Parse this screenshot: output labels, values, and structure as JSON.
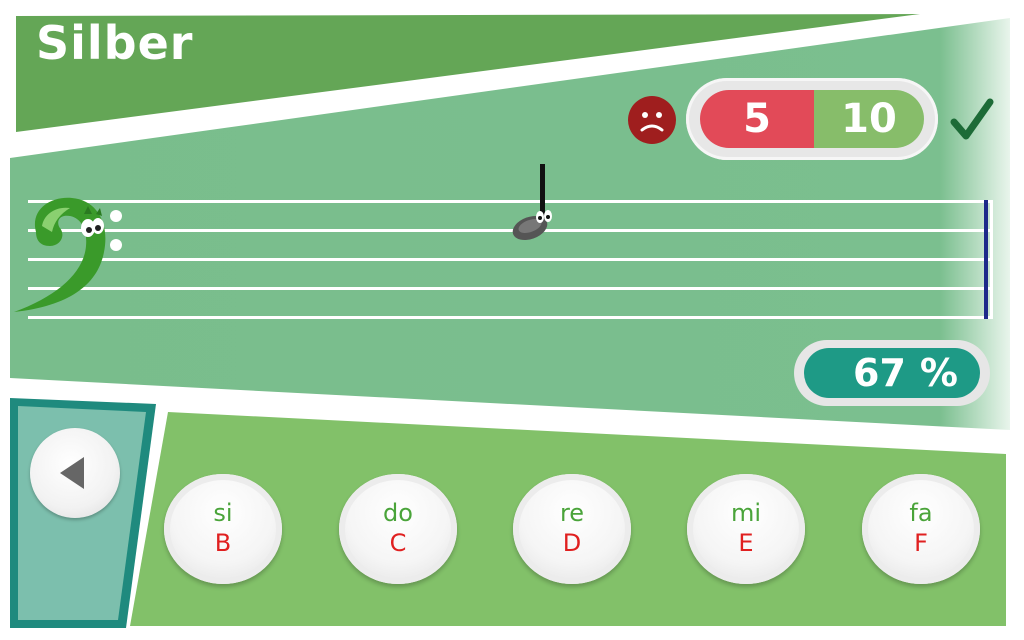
{
  "game": {
    "level_title": "Silber",
    "score": {
      "wrong": "5",
      "right": "10"
    },
    "progress": {
      "value": "67",
      "unit": "%"
    },
    "icons": {
      "wrong": "sad-face-icon",
      "right": "checkmark-icon",
      "back": "back-arrow-icon",
      "clef": "bass-clef-icon",
      "note": "quarter-note-icon"
    },
    "answers": [
      {
        "solfege": "si",
        "letter": "B"
      },
      {
        "solfege": "do",
        "letter": "C"
      },
      {
        "solfege": "re",
        "letter": "D"
      },
      {
        "solfege": "mi",
        "letter": "E"
      },
      {
        "solfege": "fa",
        "letter": "F"
      }
    ],
    "colors": {
      "title_band": "#64a656",
      "staff_panel": "#7bbf8f",
      "answer_panel": "#82c169",
      "back_panel": "#1f8a7e",
      "wrong": "#e24a58",
      "right": "#87bd6a",
      "percent": "#1e9a86",
      "check": "#1d6b37"
    }
  }
}
